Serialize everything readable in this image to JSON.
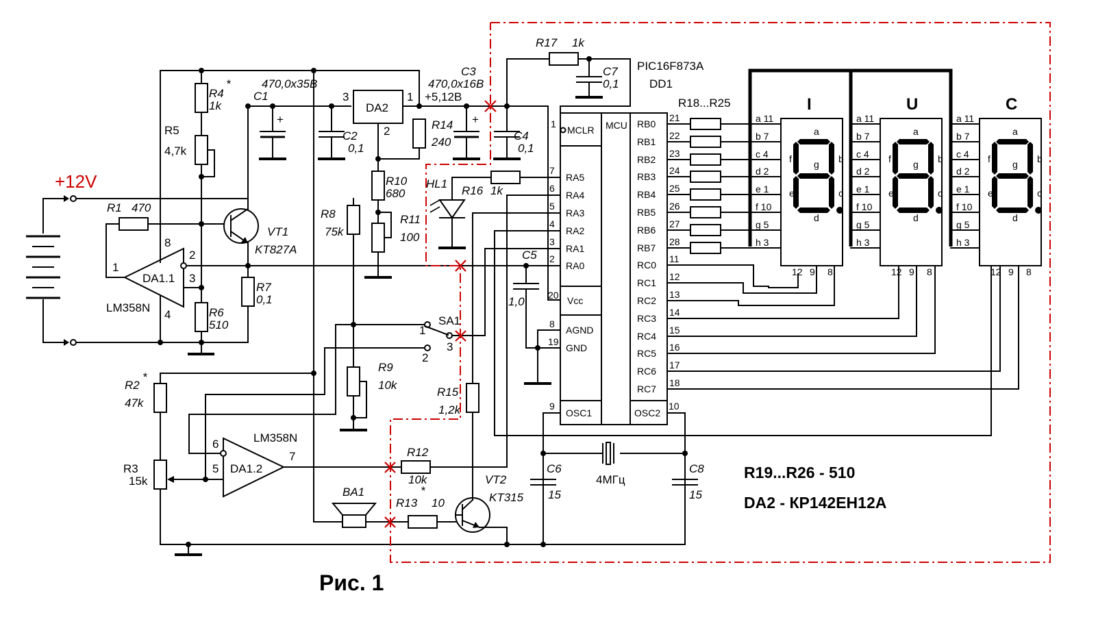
{
  "power": {
    "voltage": "+12V",
    "color": "#cc0000"
  },
  "caption": "Рис. 1",
  "notes": {
    "line1": "R19...R26 - 510",
    "line2": "DA2 - КР142ЕН12А"
  },
  "mcu": {
    "part": "PIC16F873A",
    "ref": "DD1",
    "title": "MCU",
    "mclr": "MCLR",
    "left_pins": [
      {
        "num": "7",
        "name": "RA5"
      },
      {
        "num": "6",
        "name": "RA4"
      },
      {
        "num": "5",
        "name": "RA3"
      },
      {
        "num": "4",
        "name": "RA2"
      },
      {
        "num": "3",
        "name": "RA1"
      },
      {
        "num": "2",
        "name": "RA0"
      }
    ],
    "vcc": {
      "num": "20",
      "name": "Vcc"
    },
    "agnd": {
      "num": "8",
      "name": "AGND"
    },
    "gnd": {
      "num": "19",
      "name": "GND"
    },
    "osc1": {
      "num": "9",
      "name": "OSC1"
    },
    "osc2": {
      "num": "10",
      "name": "OSC2"
    },
    "mclr_num": "1",
    "right_pins": [
      {
        "num": "21",
        "name": "RB0"
      },
      {
        "num": "22",
        "name": "RB1"
      },
      {
        "num": "23",
        "name": "RB2"
      },
      {
        "num": "24",
        "name": "RB3"
      },
      {
        "num": "25",
        "name": "RB4"
      },
      {
        "num": "26",
        "name": "RB5"
      },
      {
        "num": "27",
        "name": "RB6"
      },
      {
        "num": "28",
        "name": "RB7"
      },
      {
        "num": "11",
        "name": "RC0"
      },
      {
        "num": "12",
        "name": "RC1"
      },
      {
        "num": "13",
        "name": "RC2"
      },
      {
        "num": "14",
        "name": "RC3"
      },
      {
        "num": "15",
        "name": "RC4"
      },
      {
        "num": "16",
        "name": "RC5"
      },
      {
        "num": "17",
        "name": "RC6"
      },
      {
        "num": "18",
        "name": "RC7"
      }
    ]
  },
  "displays": {
    "titles": [
      "I",
      "U",
      "C"
    ],
    "pin_labels": [
      "a 11",
      "b 7",
      "c 4",
      "d 2",
      "e 1",
      "f 10",
      "g 5",
      "h 3"
    ],
    "segment_letters": {
      "a": "a",
      "b": "b",
      "c": "c",
      "d": "d",
      "e": "e",
      "f": "f",
      "g": "g"
    },
    "bottom_pins": [
      "12",
      "9",
      "8"
    ]
  },
  "components": {
    "R1": {
      "name": "R1",
      "value": "470"
    },
    "R2": {
      "name": "R2",
      "star": "*",
      "value": "47k"
    },
    "R3": {
      "name": "R3",
      "value": "15k"
    },
    "R4": {
      "name": "R4",
      "star": "*",
      "value": "1k"
    },
    "R5": {
      "name": "R5",
      "value": "4,7k"
    },
    "R6": {
      "name": "R6",
      "value": "510"
    },
    "R7": {
      "name": "R7",
      "value": "0,1"
    },
    "R8": {
      "name": "R8",
      "value": "75k"
    },
    "R9": {
      "name": "R9",
      "value": "10k"
    },
    "R10": {
      "name": "R10",
      "value": "680"
    },
    "R11": {
      "name": "R11",
      "value": "100"
    },
    "R12": {
      "name": "R12",
      "value": "10k"
    },
    "R13": {
      "name": "R13",
      "star": "*",
      "value": "10"
    },
    "R14": {
      "name": "R14",
      "value": "240"
    },
    "R15": {
      "name": "R15",
      "value": "1,2k"
    },
    "R16": {
      "name": "R16",
      "value": "1k"
    },
    "R17": {
      "name": "R17",
      "value": "1k"
    },
    "R18": {
      "name": "R18...R25"
    },
    "C1": {
      "name": "C1",
      "value": "470,0x35B"
    },
    "C2": {
      "name": "C2",
      "value": "0,1"
    },
    "C3": {
      "name": "C3",
      "value": "470,0x16B"
    },
    "C4": {
      "name": "C4",
      "value": "0,1"
    },
    "C5": {
      "name": "C5",
      "value": "1,0"
    },
    "C6": {
      "name": "C6",
      "value": "15"
    },
    "C7": {
      "name": "C7",
      "value": "0,1"
    },
    "C8": {
      "name": "C8",
      "value": "15"
    },
    "DA2": {
      "name": "DA2",
      "pin_in": "3",
      "pin_out": "1",
      "pin_gnd": "2",
      "vout": "+5,12B"
    },
    "DA11": {
      "name": "DA1.1",
      "part": "LM358N",
      "pins": [
        "8",
        "1",
        "2",
        "3",
        "4"
      ]
    },
    "DA12": {
      "name": "DA1.2",
      "part": "LM358N",
      "pins": [
        "6",
        "5",
        "7"
      ]
    },
    "VT1": {
      "name": "VT1",
      "part": "KT827A"
    },
    "VT2": {
      "name": "VT2",
      "part": "KT315"
    },
    "HL1": {
      "name": "HL1"
    },
    "SA1": {
      "name": "SA1",
      "pins": [
        "1",
        "2",
        "3"
      ]
    },
    "BA1": {
      "name": "BA1"
    },
    "XTAL": {
      "value": "4MГц"
    },
    "plus": "+"
  }
}
